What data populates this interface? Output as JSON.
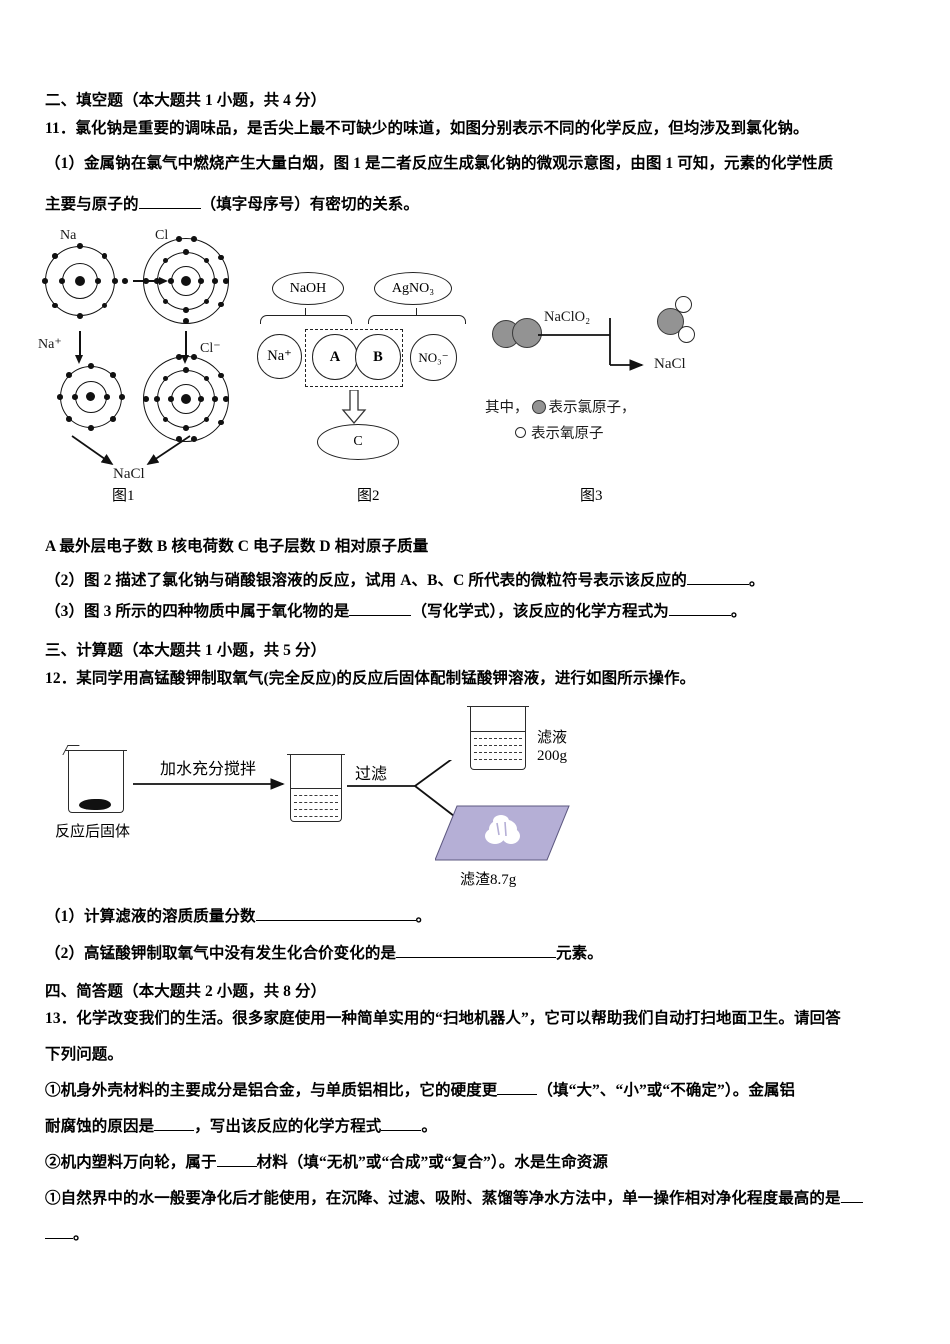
{
  "section2": {
    "heading": "二、填空题（本大题共 1 小题，共 4 分）",
    "q11_stem": "11．氯化钠是重要的调味品，是舌尖上最不可缺少的味道，如图分别表示不同的化学反应，但均涉及到氯化钠。",
    "q11_1_a": "（1）金属钠在氯气中燃烧产生大量白烟，图 1 是二者反应生成氯化钠的微观示意图，由图 1 可知，元素的化学性质",
    "q11_1_b_pre": "主要与原子的",
    "q11_1_b_post": "（填字母序号）有密切的关系。",
    "options": "A 最外层电子数      B 核电荷数      C 电子层数      D 相对原子质量",
    "q11_2_pre": "（2）图 2 描述了氯化钠与硝酸银溶液的反应，试用 A、B、C 所代表的微粒符号表示该反应的",
    "q11_2_post": "。",
    "q11_3_pre": "（3）图 3 所示的四种物质中属于氧化物的是",
    "q11_3_mid": "（写化学式），该反应的化学方程式为",
    "q11_3_post": "。"
  },
  "figure1": {
    "caption": "图1",
    "label_na": "Na",
    "label_cl": "Cl",
    "label_na_ion": "Na⁺",
    "label_cl_ion": "Cl⁻",
    "product": "NaCl",
    "na_shells": [
      2,
      8
    ],
    "cl_shells": [
      2,
      8,
      7
    ],
    "na_ion_shells": [
      2,
      8
    ],
    "cl_ion_shells": [
      2,
      8,
      8
    ]
  },
  "figure2": {
    "caption": "图2",
    "reactant_left": "NaOH",
    "reactant_right": "AgNO₃",
    "spectator_left": "Na⁺",
    "spectator_right": "NO₃⁻",
    "particle_a": "A",
    "particle_b": "B",
    "product_c": "C"
  },
  "figure3": {
    "caption": "图3",
    "reagent_label": "NaClO₂",
    "product_label": "NaCl",
    "legend_line1_pre": "其中，",
    "legend_line1_post": "表示氯原子，",
    "legend_line2": "表示氧原子",
    "chlorine_color": "#939393",
    "oxygen_color": "#ffffff"
  },
  "section3": {
    "heading": "三、计算题（本大题共 1 小题，共 5 分）",
    "q12_stem": "12．某同学用高锰酸钾制取氧气(完全反应)的反应后固体配制锰酸钾溶液，进行如图所示操作。",
    "q12_1_pre": "（1）计算滤液的溶质质量分数",
    "q12_1_post": "。",
    "q12_2_pre": "（2）高锰酸钾制取氧气中没有发生化合价变化的是",
    "q12_2_post": "元素。"
  },
  "figure4": {
    "label_start": "反应后固体",
    "arrow1_label": "加水充分搅拌",
    "arrow2_label": "过滤",
    "filtrate_label": "滤液",
    "filtrate_mass": "200g",
    "residue_label": "滤渣8.7g",
    "paper_color": "#b5afd6"
  },
  "section4": {
    "heading": "四、简答题（本大题共 2 小题，共 8 分）",
    "q13_stem_a": "13．化学改变我们的生活。很多家庭使用一种简单实用的“扫地机器人”，它可以帮助我们自动打扫地面卫生。请回答",
    "q13_stem_b": "下列问题。",
    "q13_1_pre": "①机身外壳材料的主要成分是铝合金，与单质铝相比，它的硬度更",
    "q13_1_mid": "（填“大”、“小”或“不确定”）。金属铝",
    "q13_1_b_pre": "耐腐蚀的原因是",
    "q13_1_b_mid": "，写出该反应的化学方程式",
    "q13_1_b_post": "。",
    "q13_2_pre": "②机内塑料万向轮，属于",
    "q13_2_post": "材料（填“无机”或“合成”或“复合”）。水是生命资源",
    "q13_3_pre": "①自然界中的水一般要净化后才能使用，在沉降、过滤、吸附、蒸馏等净水方法中，单一操作相对净化程度最高的是",
    "q13_3_post": "。"
  }
}
